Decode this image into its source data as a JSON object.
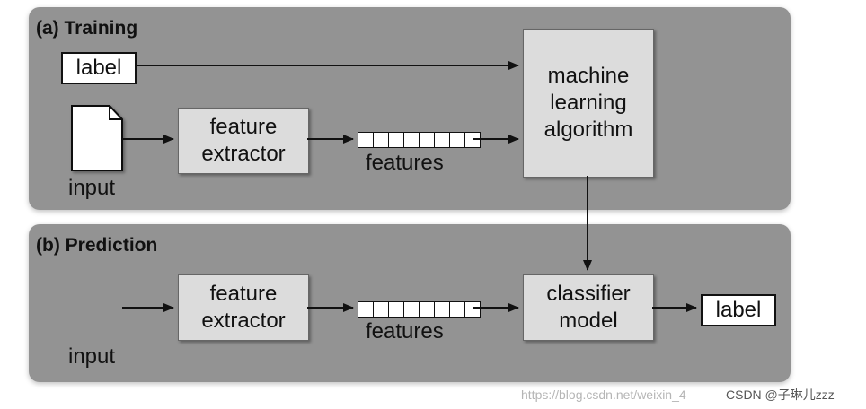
{
  "training": {
    "title": "(a) Training",
    "label_box": "label",
    "input_caption": "input",
    "feature_extractor": [
      "feature",
      "extractor"
    ],
    "features_caption": "features",
    "ml_algorithm": [
      "machine",
      "learning",
      "algorithm"
    ]
  },
  "prediction": {
    "title": "(b) Prediction",
    "input_caption": "input",
    "feature_extractor": [
      "feature",
      "extractor"
    ],
    "features_caption": "features",
    "classifier_model": [
      "classifier",
      "model"
    ],
    "label_box": "label"
  },
  "feature_vector_cells": 8,
  "watermark": {
    "url_text": "https://blog.csdn.net/weixin_4",
    "brand_text": "CSDN @子琳儿zzz"
  },
  "colors": {
    "panel": "#939393",
    "box_fill": "#dcdcdc",
    "arrow": "#111111"
  }
}
